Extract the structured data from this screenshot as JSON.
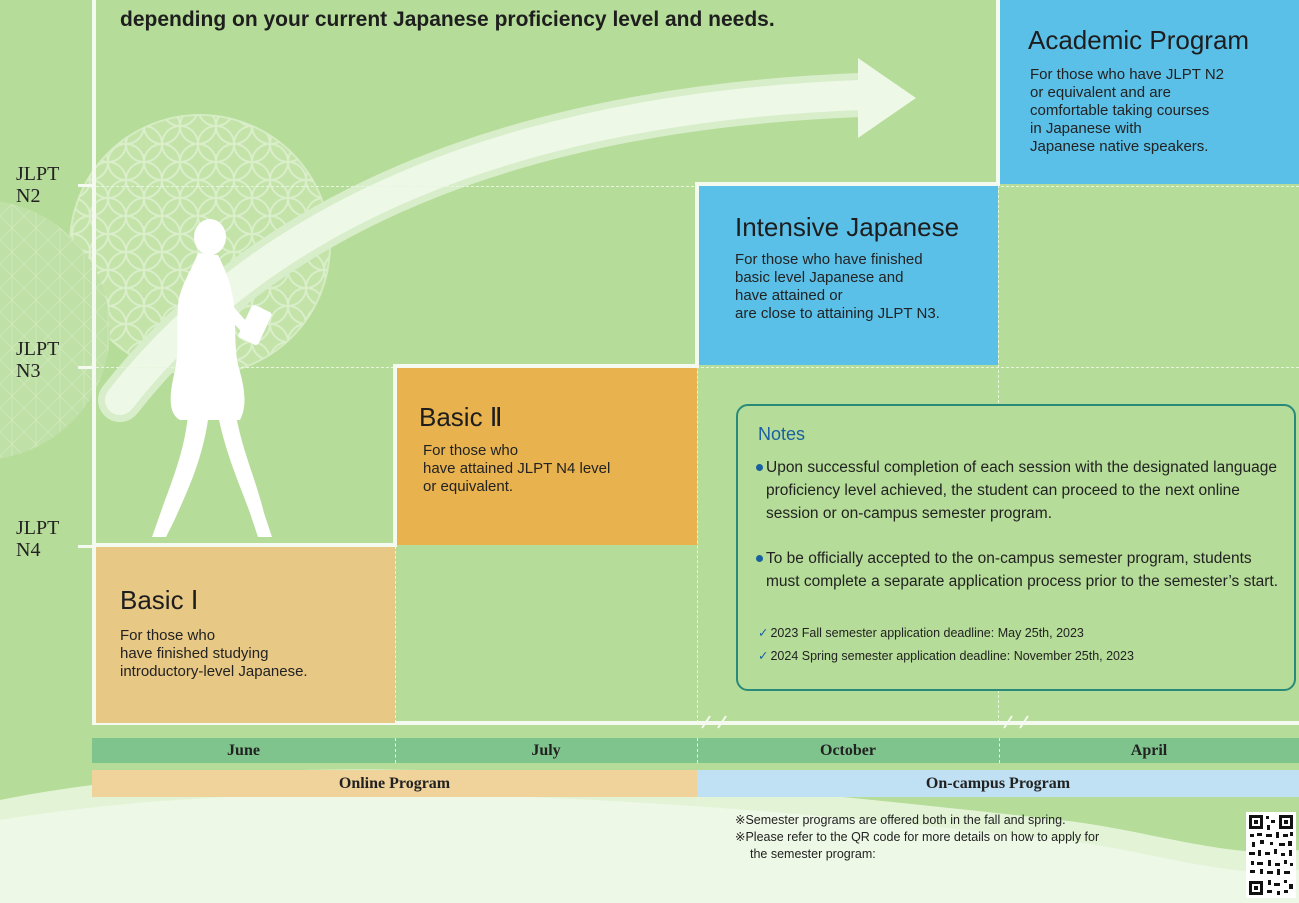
{
  "header": {
    "intro_line": "depending on your current Japanese proficiency level and needs."
  },
  "levels": [
    {
      "label": "JLPT\nN2"
    },
    {
      "label": "JLPT\nN3"
    },
    {
      "label": "JLPT\nN4"
    }
  ],
  "programs": {
    "basic1": {
      "title": "Basic Ⅰ",
      "desc": "For those who\nhave finished studying\nintroductory-level Japanese.",
      "color": "#e8c885"
    },
    "basic2": {
      "title": "Basic Ⅱ",
      "desc": "For those who\nhave attained JLPT N4 level\nor equivalent.",
      "color": "#e8b24e"
    },
    "intensive": {
      "title": "Intensive Japanese",
      "desc": "For those who have finished\nbasic level Japanese and\nhave attained or\nare close to attaining JLPT N3.",
      "color": "#5bc0e8"
    },
    "academic": {
      "title": "Academic Program",
      "desc": "For those who have JLPT N2\nor equivalent and are\ncomfortable taking courses\nin Japanese with\nJapanese native speakers.",
      "color": "#5bc0e8"
    }
  },
  "timeline": {
    "months": [
      "June",
      "July",
      "October",
      "April"
    ],
    "online_label": "Online Program",
    "oncampus_label": "On-campus Program",
    "online_color": "#f0d39a",
    "oncampus_color": "#bfe1f3"
  },
  "notes": {
    "title": "Notes",
    "items": [
      "Upon successful completion of each session with the designated language proficiency level achieved, the student can proceed to the next online session or on-campus semester program.",
      "To be officially accepted to the on-campus semester program, students must complete a separate application process prior to the semester’s start."
    ],
    "deadlines": [
      "2023 Fall semester application deadline: May 25th, 2023",
      "2024 Spring semester application deadline: November 25th, 2023"
    ]
  },
  "footnotes": [
    "※Semester programs are offered both in the fall and spring.",
    "※Please refer to the QR code  for more details on how to apply for",
    "the semester program:"
  ],
  "icons": {
    "arrow": "progression-arrow-icon",
    "walker": "student-silhouette-icon",
    "qr": "qr-code-icon"
  },
  "colors": {
    "background": "#b5dc98",
    "notes_border": "#2a8a7a",
    "accent_blue": "#1a5fa0"
  }
}
